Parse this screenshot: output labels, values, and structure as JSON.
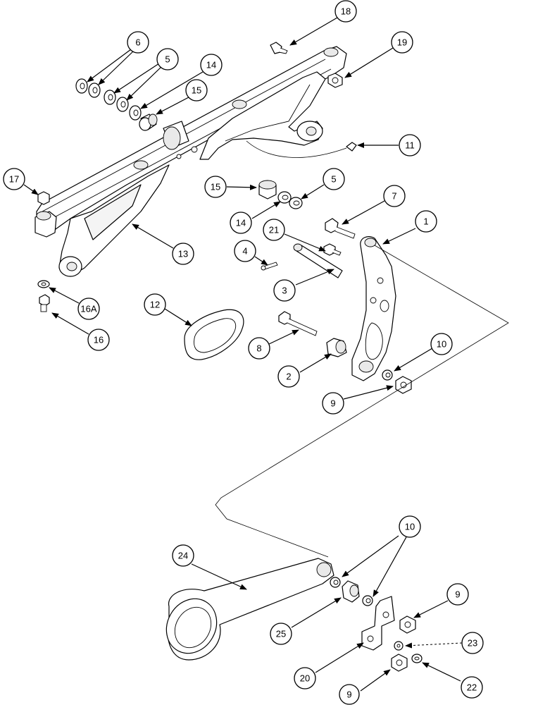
{
  "callouts": {
    "c18": "18",
    "c19": "19",
    "c6": "6",
    "c5a": "5",
    "c14a": "14",
    "c15a": "15",
    "c11": "11",
    "c17": "17",
    "c15b": "15",
    "c5b": "5",
    "c7": "7",
    "c14b": "14",
    "c1": "1",
    "c21": "21",
    "c4": "4",
    "c13": "13",
    "c3": "3",
    "c16a": "16A",
    "c12": "12",
    "c16": "16",
    "c8": "8",
    "c10a": "10",
    "c2": "2",
    "c9a": "9",
    "c10b": "10",
    "c24": "24",
    "c9b": "9",
    "c25": "25",
    "c23": "23",
    "c20": "20",
    "c9c": "9",
    "c22": "22"
  }
}
